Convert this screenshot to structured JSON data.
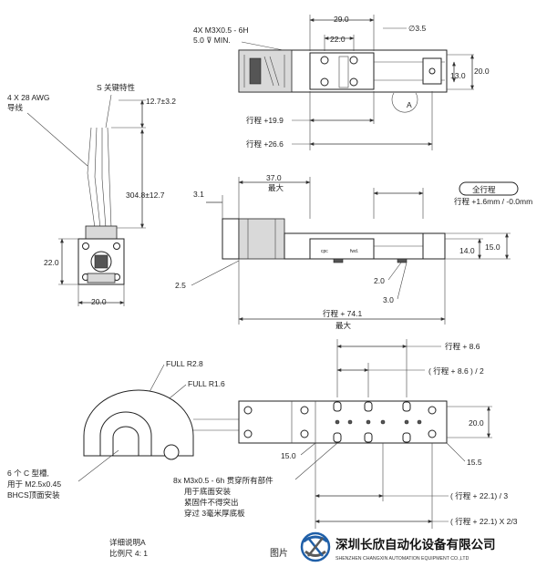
{
  "top_view": {
    "hole_spec_1": "4X M3X0.5 - 6H",
    "hole_spec_2": "5.0 ⊽ MIN.",
    "dim_29": "29.0",
    "dim_22": "22.0",
    "dim_dia": "∅3.5",
    "dim_13": "13.0",
    "dim_20": "20.0",
    "detail_marker": "A",
    "stroke_19": "行程 +19.9",
    "stroke_26": "行程 +26.6"
  },
  "side_left": {
    "wire_spec_1": "4 X 28 AWG",
    "wire_spec_2": "导线",
    "key_feature": "S 关键特性",
    "dim_12": "12.7±3.2",
    "dim_304": "304.8±12.7",
    "dim_22": "22.0",
    "dim_20": "20.0"
  },
  "side_view": {
    "dim_37": "37.0",
    "dim_37_sub": "最大",
    "dim_31": "3.1",
    "full_stroke": "全行程",
    "stroke_tol": "行程 +1.6mm / -0.0mm",
    "dim_14": "14.0",
    "dim_15": "15.0",
    "dim_25": "2.5",
    "dim_20": "2.0",
    "dim_30": "3.0",
    "stroke_74": "行程 + 74.1",
    "stroke_74_sub": "最大"
  },
  "detail": {
    "full_r28": "FULL R2.8",
    "full_r16": "FULL R1.6",
    "slot_1": "6 个 C 型槽,",
    "slot_2": "用于 M2.5x0.45",
    "slot_3": "BHCS顶面安装",
    "detail_1": "详细说明A",
    "detail_2": "比例尺 4: 1"
  },
  "bottom_view": {
    "note_1": "8x M3x0.5 - 6h 贯穿所有部件",
    "note_2": "用于底面安装",
    "note_3": "紧固件不得突出",
    "note_4": "穿过 3毫米厚底板",
    "stroke_86": "行程 + 8.6",
    "stroke_86_half": "( 行程 + 8.6 ) / 2",
    "dim_20": "20.0",
    "dim_15": "15.0",
    "dim_155": "15.5",
    "stroke_221_3": "( 行程 + 22.1) / 3",
    "stroke_221_23": "( 行程 + 22.1) X 2/3"
  },
  "footer": {
    "figure_label": "图片",
    "company_cn": "深圳长欣自动化设备有限公司",
    "company_en": "SHENZHEN CHANGXIN AUTOMATION EQUIPMENT CO.,LTD"
  }
}
